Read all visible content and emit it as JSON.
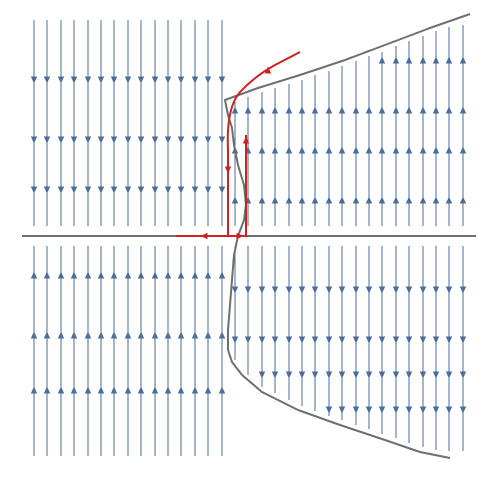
{
  "colors": {
    "background": "#ffffff",
    "flow_lines": "#4a6d9a",
    "curve": "#6f6f6f",
    "axis": "#6f6f6f",
    "trajectory": "#cc2222"
  },
  "diagram": {
    "kind": "phase-portrait-flow-field",
    "flow_direction_rules": {
      "left_above_axis": "down",
      "left_below_axis": "up",
      "right_above_curve": "up",
      "right_below_curve": "down"
    },
    "curve": "s-shaped-slow-manifold",
    "trajectory": "red-relaxation-path",
    "arrow_glyph": "triangle-icon"
  }
}
